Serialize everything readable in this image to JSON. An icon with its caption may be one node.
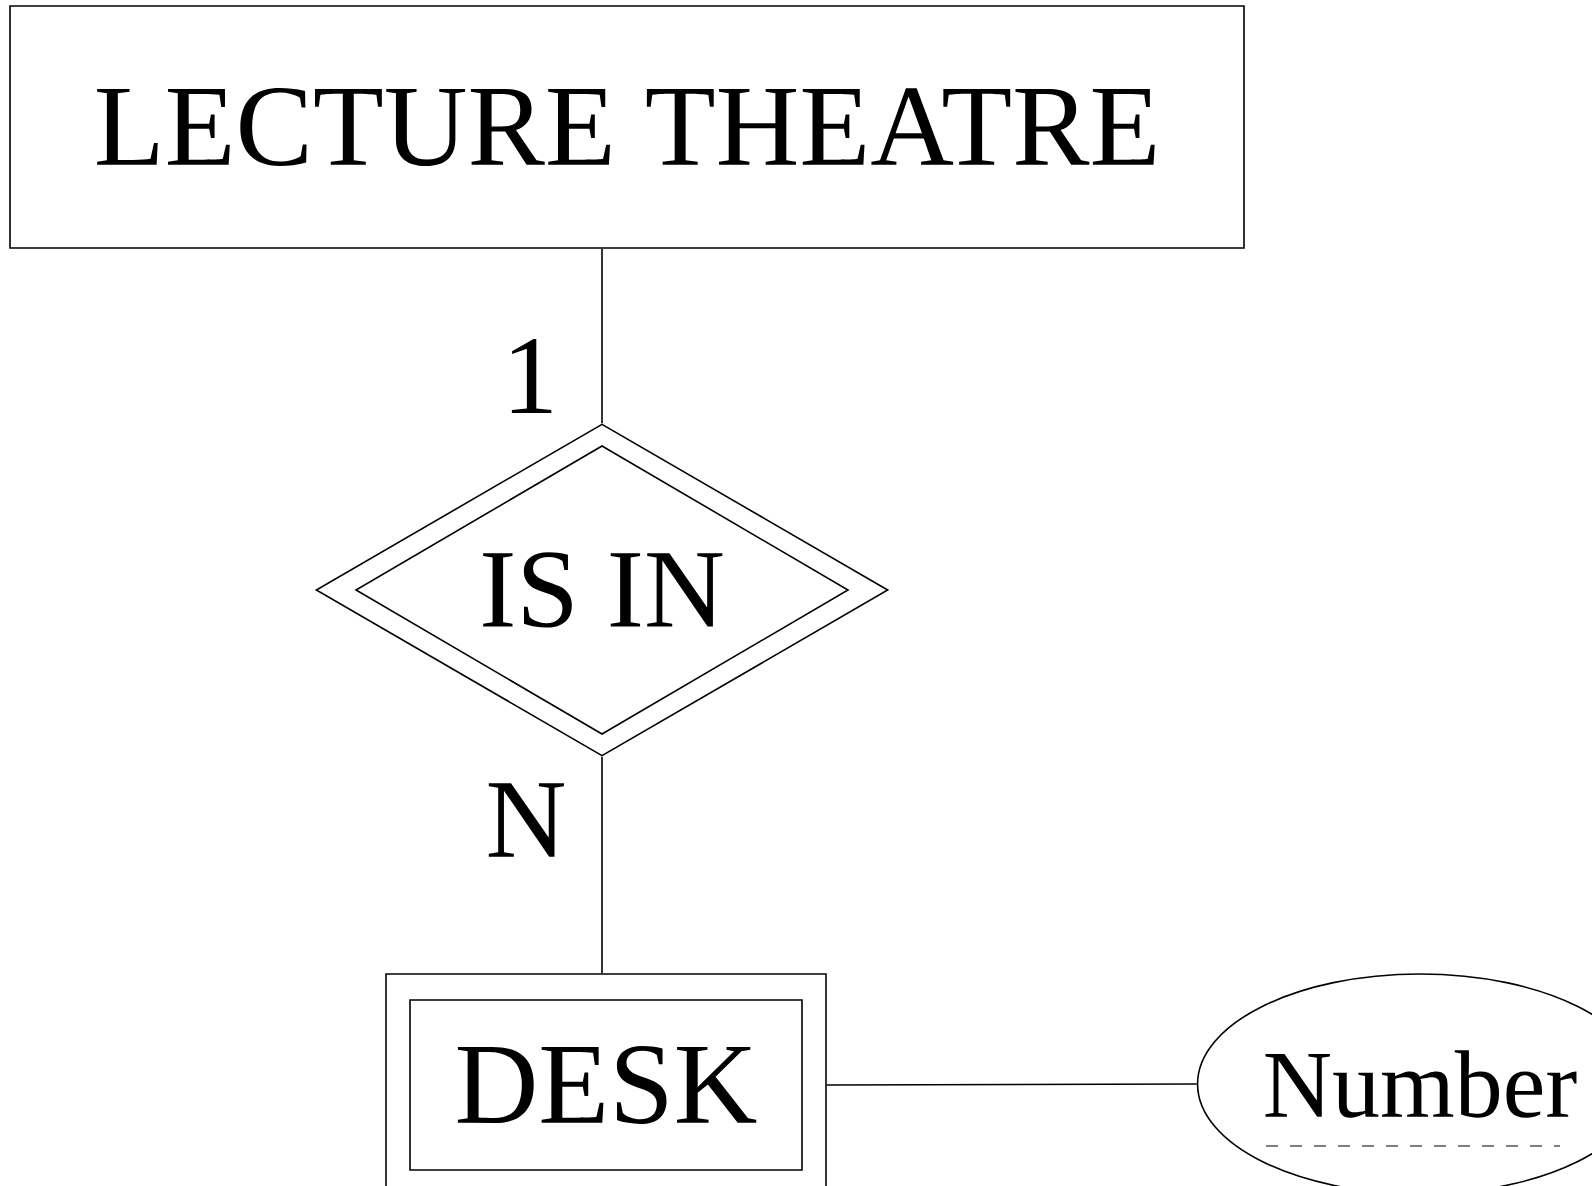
{
  "diagram": {
    "nodes": [
      {
        "text": [
          "LECTURE THEATRE"
        ]
      },
      {
        "text": [
          "IS IN"
        ]
      },
      {
        "text": [
          "DESK"
        ]
      },
      {
        "text": [
          "Number"
        ]
      }
    ],
    "edges": [
      {
        "from": 0,
        "to": 1,
        "arrow": "none",
        "label": "1"
      },
      {
        "from": 1,
        "to": 2,
        "arrow": "none",
        "label": "N"
      },
      {
        "from": 2,
        "to": 3,
        "arrow": "none"
      }
    ]
  }
}
